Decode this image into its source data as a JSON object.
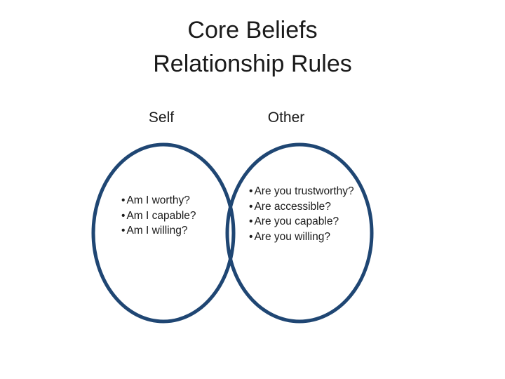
{
  "title": {
    "line1": "Core Beliefs",
    "line2": "Relationship Rules"
  },
  "sets": {
    "self": {
      "label": "Self",
      "items": [
        "Am I worthy?",
        "Am I capable?",
        "Am I willing?"
      ]
    },
    "other": {
      "label": "Other",
      "items": [
        "Are you trustworthy?",
        "Are accessible?",
        "Are you capable?",
        "Are you willing?"
      ]
    }
  },
  "colors": {
    "circle_stroke": "#1f4673",
    "text": "#1a1a1a",
    "background": "#ffffff"
  }
}
